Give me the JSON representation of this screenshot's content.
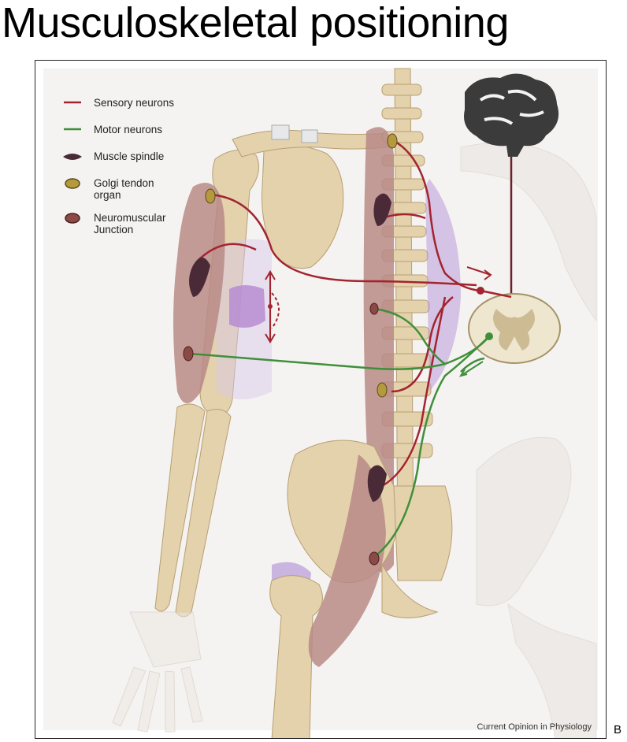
{
  "slide": {
    "title": "Musculoskeletal positioning",
    "edge_text": "B"
  },
  "figure": {
    "credit": "Current Opinion in Physiology",
    "legend": [
      {
        "label": "Sensory neurons",
        "icon": "sensory-line",
        "color": "#a3242f"
      },
      {
        "label": "Motor neurons",
        "icon": "motor-line",
        "color": "#3f8f3a"
      },
      {
        "label": "Muscle spindle",
        "icon": "spindle-shape",
        "color": "#4a2a36"
      },
      {
        "label": "Golgi tendon\norgan",
        "icon": "golgi-oval",
        "color": "#b59a3d"
      },
      {
        "label": "Neuromuscular\nJunction",
        "icon": "nmj-oval",
        "color": "#8b4a45"
      }
    ]
  },
  "colors": {
    "bone": "#e4d2ad",
    "bone_faded": "#eeeae6",
    "muscle": "#b88a86",
    "cartilage": "#b89ad9",
    "brain": "#3b3b3b",
    "spinal_cord": "#efe6cf"
  }
}
